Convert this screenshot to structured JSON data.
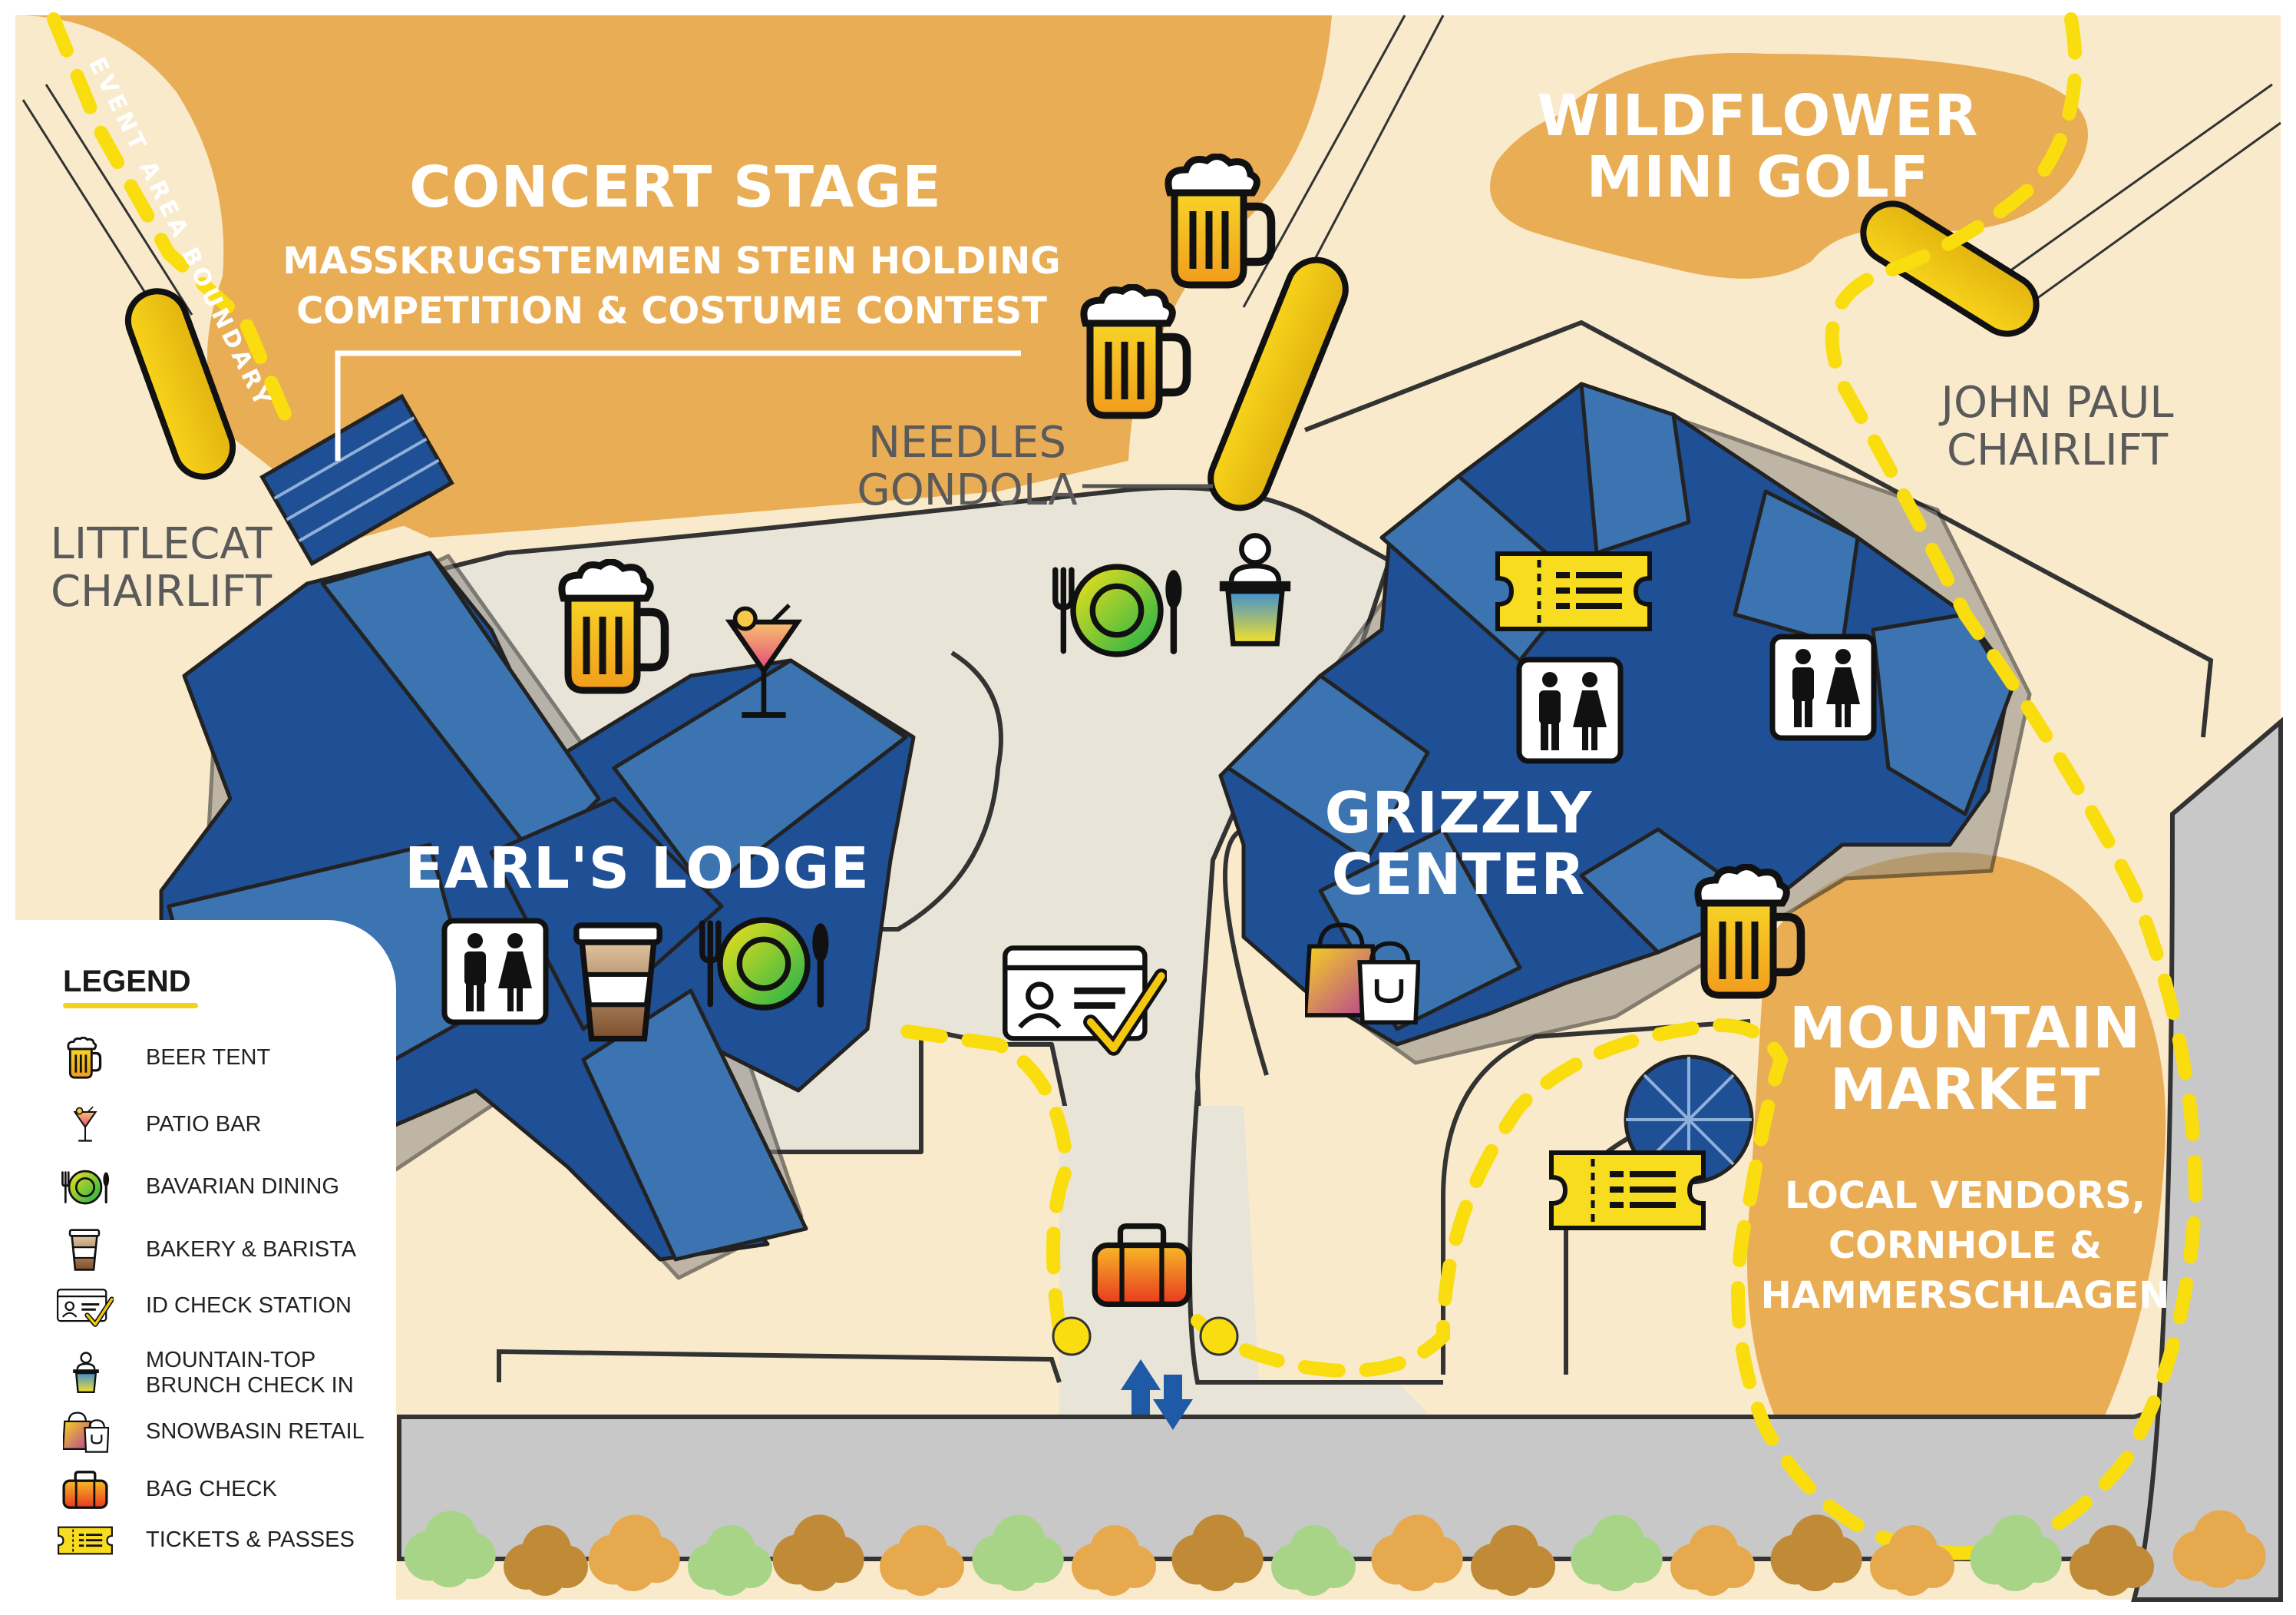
{
  "areas": {
    "concert_stage": "CONCERT STAGE",
    "concert_stage_sub": "MASSKRUGSTEMMEN STEIN HOLDING\nCOMPETITION & COSTUME CONTEST",
    "wildflower": "WILDFLOWER\nMINI GOLF",
    "mountain_market": "MOUNTAIN\nMARKET",
    "mountain_market_sub": "LOCAL VENDORS,\nCORNHOLE &\nHAMMERSCHLAGEN",
    "earls_lodge": "EARL'S LODGE",
    "grizzly_center": "GRIZZLY\nCENTER"
  },
  "lifts": {
    "littlecat": "LITTLECAT\nCHAIRLIFT",
    "needles": "NEEDLES\nGONDOLA",
    "john_paul": "JOHN PAUL\nCHAIRLIFT"
  },
  "boundary_label": "EVENT AREA BOUNDARY",
  "legend": {
    "title": "LEGEND",
    "items": [
      {
        "icon": "beer-mug-icon",
        "label": "BEER TENT"
      },
      {
        "icon": "cocktail-icon",
        "label": "PATIO BAR"
      },
      {
        "icon": "plate-cutlery-icon",
        "label": "BAVARIAN DINING"
      },
      {
        "icon": "coffee-cup-icon",
        "label": "BAKERY & BARISTA"
      },
      {
        "icon": "id-check-icon",
        "label": "ID CHECK STATION"
      },
      {
        "icon": "brunch-host-icon",
        "label": "MOUNTAIN-TOP\nBRUNCH CHECK IN"
      },
      {
        "icon": "shopping-bags-icon",
        "label": "SNOWBASIN RETAIL"
      },
      {
        "icon": "duffel-bag-icon",
        "label": "BAG CHECK"
      },
      {
        "icon": "ticket-icon",
        "label": "TICKETS & PASSES"
      }
    ]
  },
  "colors": {
    "ground": "#f9eacc",
    "orange_area": "#e9ad55",
    "plaza": "#e9e5da",
    "road": "#c7c7c7",
    "building_dark": "#1f4f94",
    "building_light": "#3b74b1",
    "boundary": "#f9dd0f",
    "lift_yellow": "#f5d21c"
  }
}
